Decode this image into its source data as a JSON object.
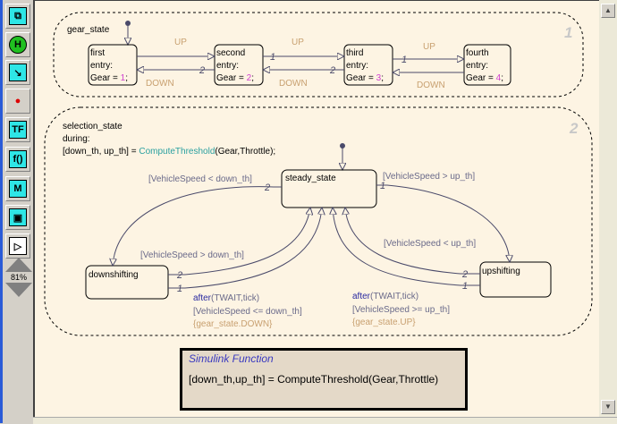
{
  "toolbar": {
    "items": [
      {
        "name": "state-tool",
        "glyph": "⧉"
      },
      {
        "name": "history-junction-tool",
        "glyph": "H"
      },
      {
        "name": "default-transition-tool",
        "glyph": "↘"
      },
      {
        "name": "connective-junction-tool",
        "glyph": "●"
      },
      {
        "name": "truth-table-tool",
        "glyph": "TF"
      },
      {
        "name": "graphical-function-tool",
        "glyph": "f()"
      },
      {
        "name": "embedded-matlab-tool",
        "glyph": "M"
      },
      {
        "name": "box-tool",
        "glyph": "▣"
      },
      {
        "name": "simulink-function-tool",
        "glyph": "▷"
      }
    ],
    "zoom_label": "81%"
  },
  "chart": {
    "gear_state": {
      "label": "gear_state",
      "order": "1",
      "states": [
        {
          "name": "first",
          "entry": "entry:",
          "gear_text": "Gear = ",
          "gear_value": "1",
          "end": ";"
        },
        {
          "name": "second",
          "entry": "entry:",
          "gear_text": "Gear = ",
          "gear_value": "2",
          "end": ";"
        },
        {
          "name": "third",
          "entry": "entry:",
          "gear_text": "Gear = ",
          "gear_value": "3",
          "end": ";"
        },
        {
          "name": "fourth",
          "entry": "entry:",
          "gear_text": "Gear = ",
          "gear_value": "4",
          "end": ";"
        }
      ],
      "up_label": "UP",
      "down_label": "DOWN",
      "prio_1": "1",
      "prio_2": "2"
    },
    "selection_state": {
      "label": "selection_state",
      "order": "2",
      "during": "during:",
      "during_lhs": "[down_th, up_th] = ",
      "during_fn": "ComputeThreshold",
      "during_args": "(Gear,Throttle);",
      "steady": "steady_state",
      "down": "downshifting",
      "up": "upshifting",
      "t_steady_down": "[VehicleSpeed < down_th]",
      "t_steady_up": "[VehicleSpeed > up_th]",
      "t_down_steady": "[VehicleSpeed > down_th]",
      "t_up_steady": "[VehicleSpeed < up_th]",
      "after_kw": "after",
      "after_args": "(TWAIT,tick)",
      "down_cond": "[VehicleSpeed <= down_th]",
      "down_event": "{gear_state.DOWN}",
      "up_cond": "[VehicleSpeed >= up_th]",
      "up_event": "{gear_state.UP}",
      "prio_1": "1",
      "prio_2": "2"
    },
    "simulink_function": {
      "title": "Simulink Function",
      "signature": "[down_th,up_th] = ComputeThreshold(Gear,Throttle)"
    }
  },
  "colors": {
    "canvas": "#fdf4e3",
    "transition": "#4a4a6a",
    "event_label": "#c8a070",
    "keyword": "#2a2aa0",
    "fn_call": "#2aa0a0",
    "gear_value": "#d040d0",
    "sim_fn_bg": "#e4d9c8"
  }
}
